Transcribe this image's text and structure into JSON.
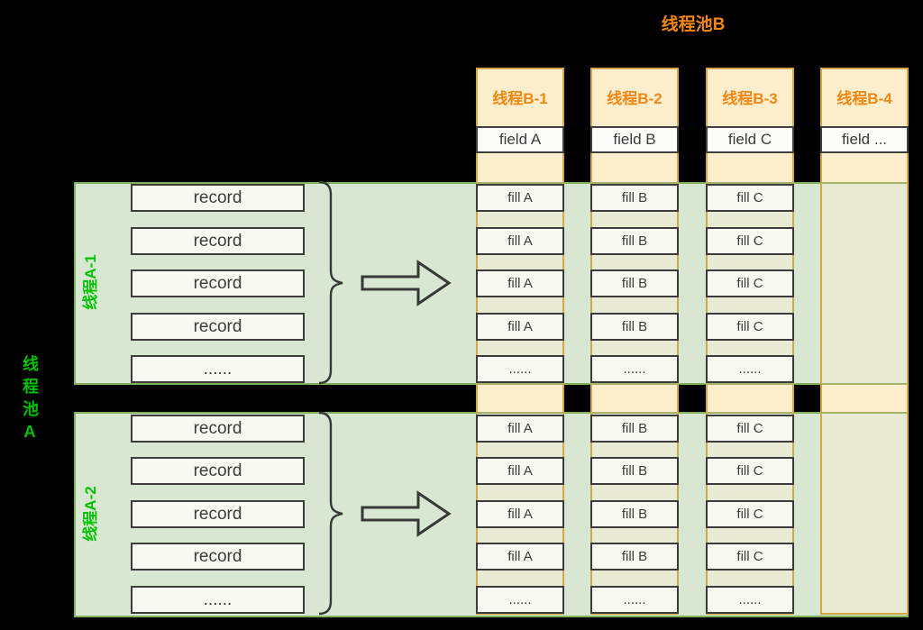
{
  "titles": {
    "pool_b": "线程池B",
    "pool_a": "线程池A"
  },
  "pool_a": {
    "bands": [
      {
        "label": "线程A-1",
        "records": [
          "record",
          "record",
          "record",
          "record",
          "......"
        ]
      },
      {
        "label": "线程A-2",
        "records": [
          "record",
          "record",
          "record",
          "record",
          "......"
        ]
      }
    ]
  },
  "pool_b": {
    "columns": [
      {
        "header": "线程B-1",
        "field": "field A",
        "fills_band1": [
          "fill A",
          "fill A",
          "fill A",
          "fill A",
          "......"
        ],
        "fills_band2": [
          "fill A",
          "fill A",
          "fill A",
          "fill A",
          "......"
        ]
      },
      {
        "header": "线程B-2",
        "field": "field B",
        "fills_band1": [
          "fill B",
          "fill B",
          "fill B",
          "fill B",
          "......"
        ],
        "fills_band2": [
          "fill B",
          "fill B",
          "fill B",
          "fill B",
          "......"
        ]
      },
      {
        "header": "线程B-3",
        "field": "field C",
        "fills_band1": [
          "fill C",
          "fill C",
          "fill C",
          "fill C",
          "......"
        ],
        "fills_band2": [
          "fill C",
          "fill C",
          "fill C",
          "fill C",
          "......"
        ]
      },
      {
        "header": "线程B-4",
        "field": "field ...",
        "fills_band1": [],
        "fills_band2": []
      }
    ]
  },
  "colors": {
    "background": "#000000",
    "band_fill": "#d8e7d1",
    "band_border": "#7eb25d",
    "green_text": "#00c300",
    "column_fill": "#fdeecd",
    "column_border": "#d4a74b",
    "overlap_fill": "#e9ead3",
    "orange_text": "#f5870f",
    "box_fill": "#f8f9f3",
    "box_border": "#3c3c3c",
    "stroke_dark": "#383838"
  }
}
